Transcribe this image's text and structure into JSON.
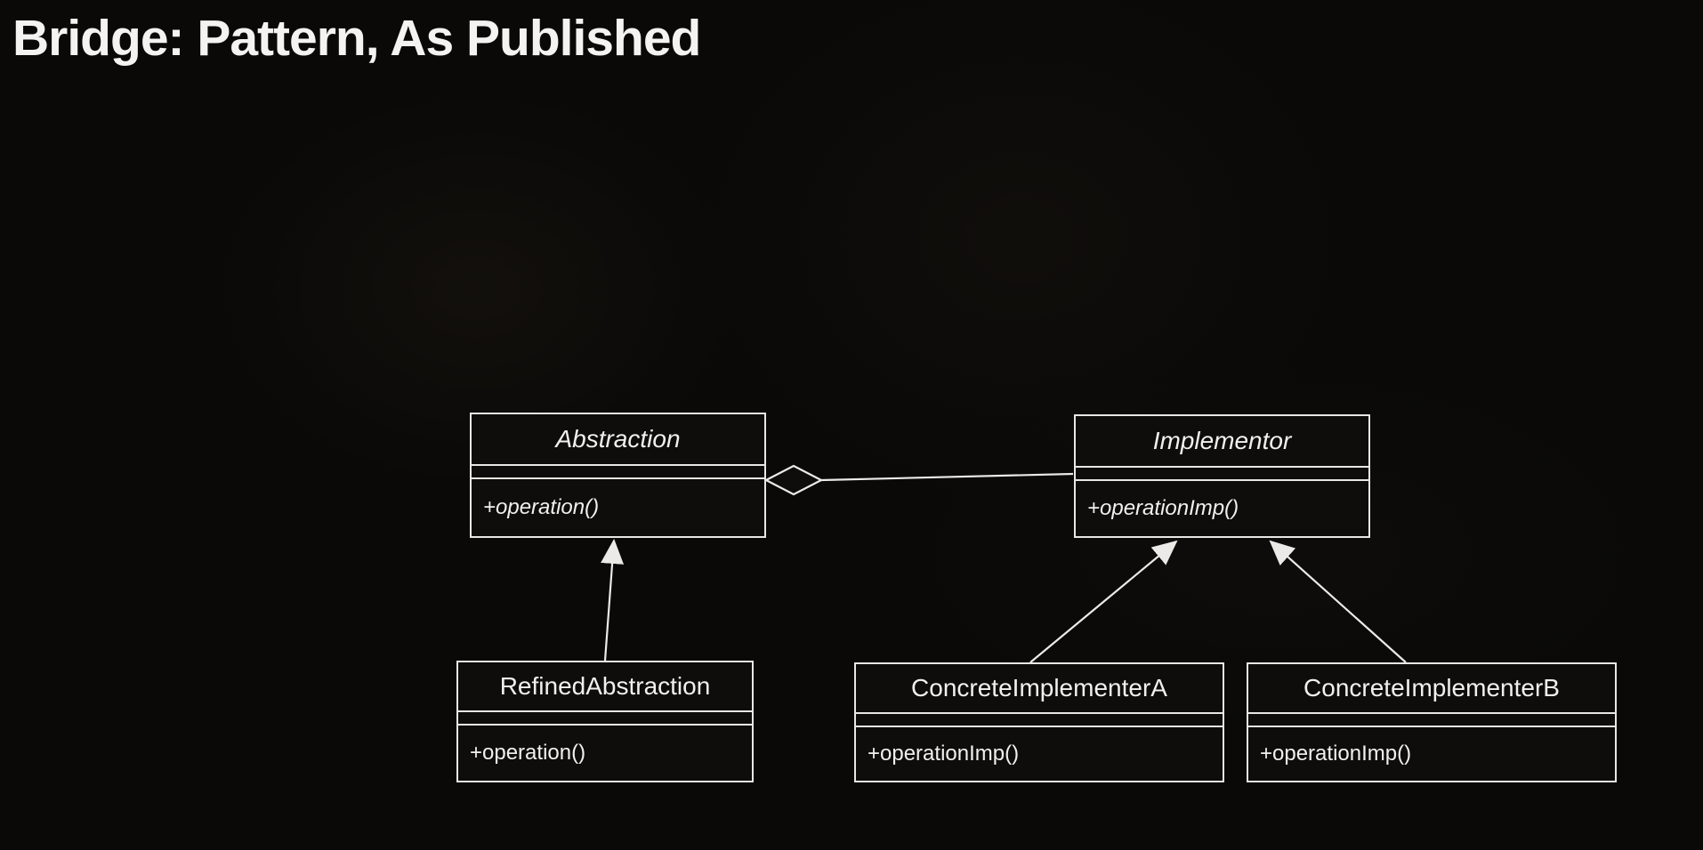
{
  "slide": {
    "title": "Bridge: Pattern, As Published"
  },
  "diagram": {
    "type": "uml-class-diagram",
    "classes": [
      {
        "id": "abstraction",
        "name": "Abstraction",
        "stereotype": "abstract",
        "operations": [
          "+operation()"
        ]
      },
      {
        "id": "implementor",
        "name": "Implementor",
        "stereotype": "abstract",
        "operations": [
          "+operationImp()"
        ]
      },
      {
        "id": "refined-abstraction",
        "name": "RefinedAbstraction",
        "stereotype": "concrete",
        "operations": [
          "+operation()"
        ]
      },
      {
        "id": "concrete-implementer-a",
        "name": "ConcreteImplementerA",
        "stereotype": "concrete",
        "operations": [
          "+operationImp()"
        ]
      },
      {
        "id": "concrete-implementer-b",
        "name": "ConcreteImplementerB",
        "stereotype": "concrete",
        "operations": [
          "+operationImp()"
        ]
      }
    ],
    "relationships": [
      {
        "type": "aggregation",
        "from": "Abstraction",
        "to": "Implementor"
      },
      {
        "type": "generalization",
        "from": "RefinedAbstraction",
        "to": "Abstraction"
      },
      {
        "type": "generalization",
        "from": "ConcreteImplementerA",
        "to": "Implementor"
      },
      {
        "type": "generalization",
        "from": "ConcreteImplementerB",
        "to": "Implementor"
      }
    ],
    "colors": {
      "background": "#0a0908",
      "line": "#eceae6",
      "box_border": "#e9e7e3",
      "box_fill": "#0e0d0b",
      "text": "#f2f0ec"
    }
  }
}
